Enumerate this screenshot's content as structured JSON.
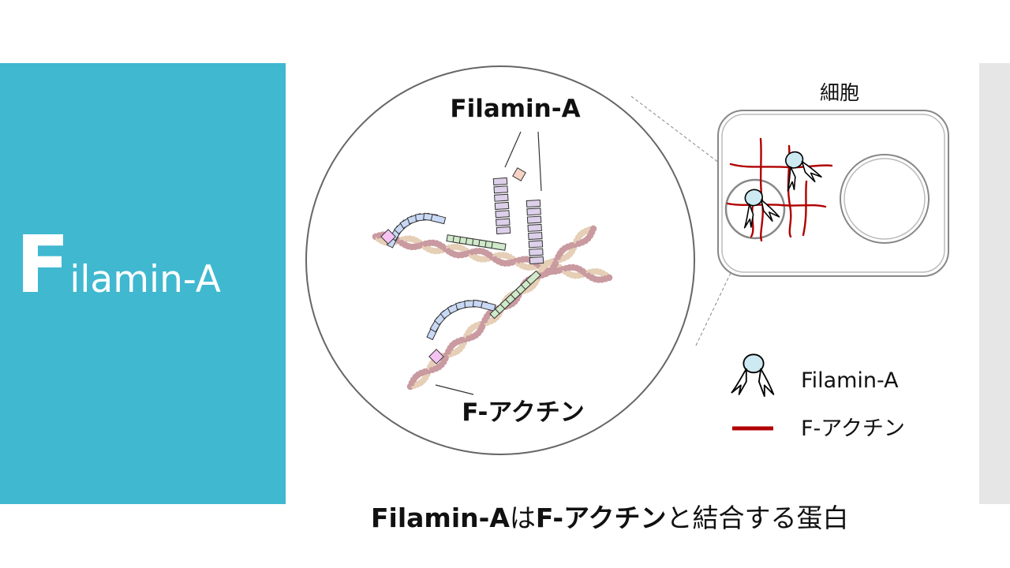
{
  "slide": {
    "title_initial": "F",
    "title_rest": "ilamin-A",
    "caption": {
      "part1": "Filamin-A",
      "part2": "は",
      "part3": "F-アクチン",
      "part4": "と結合する蛋白"
    }
  },
  "zoom": {
    "label_top": "Filamin-A",
    "label_bottom": "F-アクチン"
  },
  "cell": {
    "label": "細胞"
  },
  "legend": {
    "filamin_label": "Filamin-A",
    "actin_label": "F-アクチン"
  },
  "colors": {
    "panel": "#40b8d0",
    "actin_line": "#b00000",
    "actin_bead_a": "#e6cfb7",
    "actin_bead_b": "#c99aa0",
    "domain_blue": "#c9d9f5",
    "domain_green": "#cfe9c9",
    "domain_purple": "#ddd0ea",
    "hinge_pink": "#f6c2f3"
  }
}
